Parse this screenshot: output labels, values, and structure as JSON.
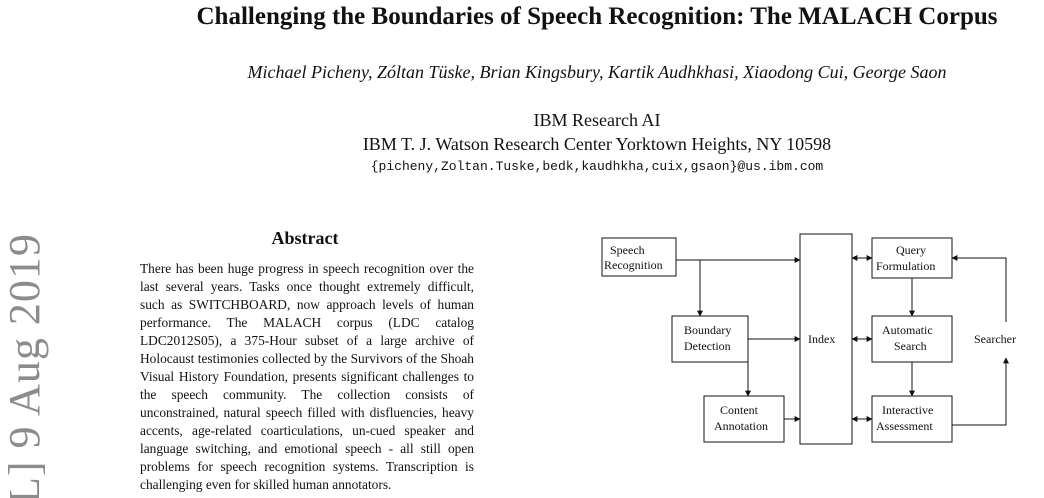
{
  "margin_stamp": "L] 9 Aug 2019",
  "paper": {
    "title": "Challenging the Boundaries of Speech Recognition: The MALACH Corpus",
    "authors": "Michael Picheny, Zóltan Tüske, Brian Kingsbury, Kartik Audhkhasi, Xiaodong Cui, George Saon",
    "affiliation_1": "IBM Research AI",
    "affiliation_2": "IBM T. J. Watson Research Center Yorktown Heights, NY 10598",
    "emails": "{picheny,Zoltan.Tuske,bedk,kaudhkha,cuix,gsaon}@us.ibm.com",
    "abstract_heading": "Abstract",
    "abstract": "There has been huge progress in speech recognition over the last several years. Tasks once thought extremely difficult, such as SWITCHBOARD, now approach levels of human performance. The MALACH corpus (LDC catalog LDC2012S05), a 375-Hour subset of a large archive of Holocaust testimonies collected by the Survivors of the Shoah Visual History Foundation, presents significant challenges to the speech community. The collection consists of unconstrained, natural speech filled with disfluencies, heavy accents, age-related coarticulations, un-cued speaker and language switching, and emotional speech - all still open problems for speech recognition systems. Transcription is challenging even for skilled human annotators."
  },
  "diagram": {
    "nodes": {
      "speech_recognition": [
        "Speech",
        "Recognition"
      ],
      "boundary_detection": [
        "Boundary",
        "Detection"
      ],
      "content_annotation": [
        "Content",
        "Annotation"
      ],
      "index": [
        "Index"
      ],
      "query_formulation": [
        "Query",
        "Formulation"
      ],
      "automatic_search": [
        "Automatic",
        "Search"
      ],
      "interactive_assessment": [
        "Interactive",
        "Assessment"
      ],
      "searcher": [
        "Searcher"
      ]
    }
  }
}
